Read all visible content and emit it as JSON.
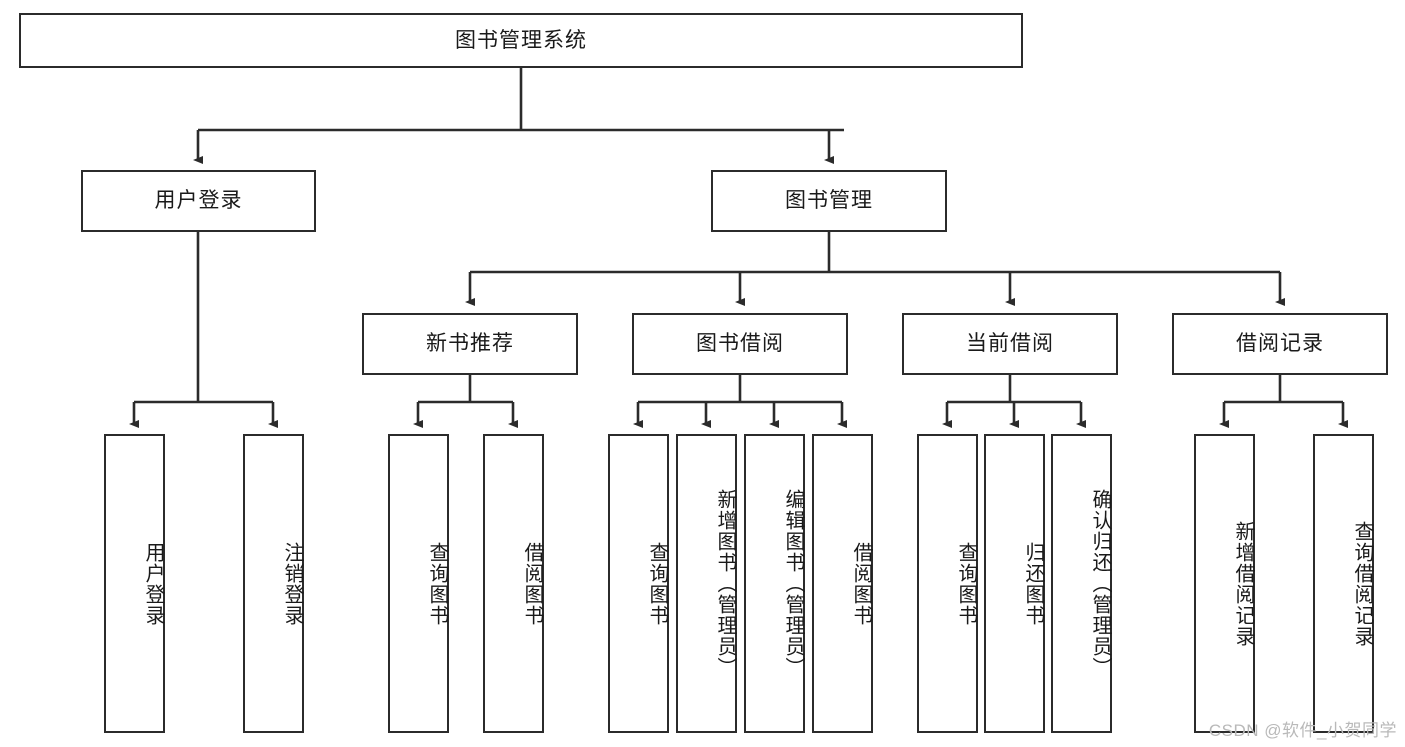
{
  "diagram": {
    "type": "tree-hierarchy",
    "title": "图书管理系统",
    "watermark": "CSDN @软件_小贺同学",
    "colors": {
      "stroke": "#2b2b2b",
      "fill": "#ffffff",
      "text": "#1a1a1a",
      "watermark": "#b9b9b9"
    },
    "levels": {
      "level1": [
        {
          "id": "root",
          "label": "图书管理系统"
        }
      ],
      "level2": [
        {
          "id": "user-login",
          "label": "用户登录",
          "parent": "root"
        },
        {
          "id": "book-manage",
          "label": "图书管理",
          "parent": "root"
        }
      ],
      "level3": [
        {
          "id": "new-book-rec",
          "label": "新书推荐",
          "parent": "book-manage"
        },
        {
          "id": "book-borrow",
          "label": "图书借阅",
          "parent": "book-manage"
        },
        {
          "id": "current-borrow",
          "label": "当前借阅",
          "parent": "book-manage"
        },
        {
          "id": "borrow-record",
          "label": "借阅记录",
          "parent": "book-manage"
        }
      ],
      "leaves": [
        {
          "id": "leaf-user-login",
          "label": "用户登录",
          "parent": "user-login"
        },
        {
          "id": "leaf-user-logout",
          "label": "注销登录",
          "parent": "user-login"
        },
        {
          "id": "leaf-query-book-1",
          "label": "查询图书",
          "parent": "new-book-rec"
        },
        {
          "id": "leaf-borrow-book-1",
          "label": "借阅图书",
          "parent": "new-book-rec"
        },
        {
          "id": "leaf-query-book-2",
          "label": "查询图书",
          "parent": "book-borrow"
        },
        {
          "id": "leaf-add-book",
          "label": "新增图书（管理员）",
          "parent": "book-borrow"
        },
        {
          "id": "leaf-edit-book",
          "label": "编辑图书（管理员）",
          "parent": "book-borrow"
        },
        {
          "id": "leaf-borrow-book-2",
          "label": "借阅图书",
          "parent": "book-borrow"
        },
        {
          "id": "leaf-query-book-3",
          "label": "查询图书",
          "parent": "current-borrow"
        },
        {
          "id": "leaf-return-book",
          "label": "归还图书",
          "parent": "current-borrow"
        },
        {
          "id": "leaf-confirm-return",
          "label": "确认归还（管理员）",
          "parent": "current-borrow"
        },
        {
          "id": "leaf-add-record",
          "label": "新增借阅记录",
          "parent": "borrow-record"
        },
        {
          "id": "leaf-query-record",
          "label": "查询借阅记录",
          "parent": "borrow-record"
        }
      ]
    }
  }
}
